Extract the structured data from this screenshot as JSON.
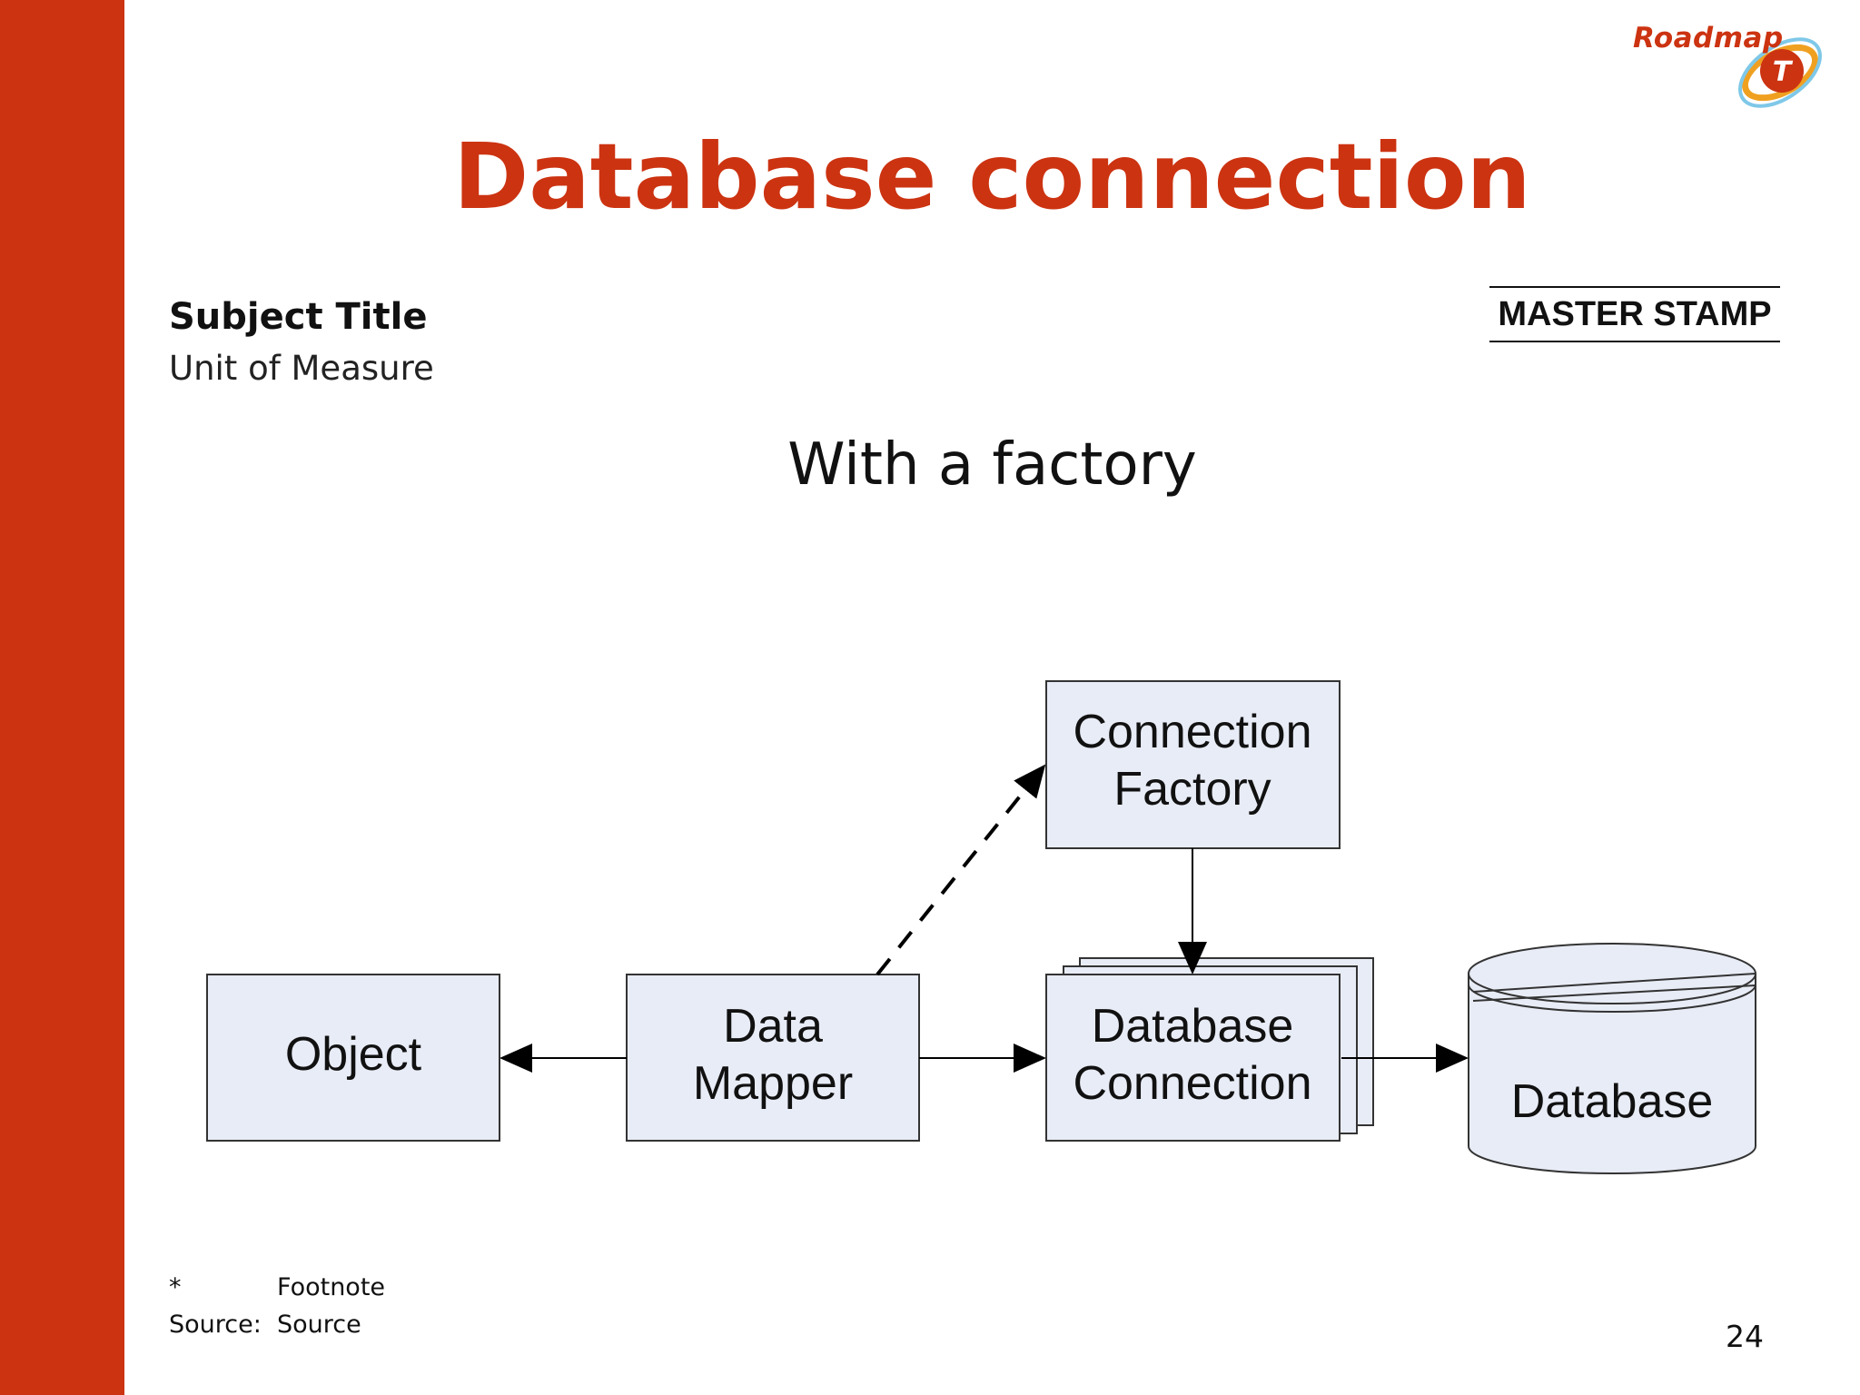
{
  "slide": {
    "title": "Database connection",
    "subject_title": "Subject Title",
    "unit": "Unit of Measure",
    "stamp": "MASTER STAMP",
    "subtitle": "With a factory",
    "page_number": "24"
  },
  "logo": {
    "text": "Roadmap",
    "letter": "T"
  },
  "diagram": {
    "nodes": {
      "object": "Object",
      "data_mapper_line1": "Data",
      "data_mapper_line2": "Mapper",
      "factory_line1": "Connection",
      "factory_line2": "Factory",
      "dbconn_line1": "Database",
      "dbconn_line2": "Connection",
      "database": "Database"
    }
  },
  "footer": {
    "footnote_mark": "*",
    "footnote_text": "Footnote",
    "source_label": "Source:",
    "source_text": "Source"
  },
  "colors": {
    "accent": "#cc3311",
    "box_fill": "#e8ecf6",
    "box_stroke": "#333333"
  }
}
